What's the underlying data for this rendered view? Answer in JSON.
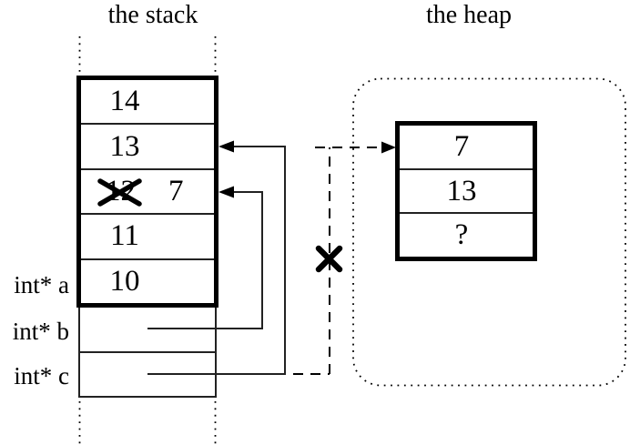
{
  "colors": {
    "ink": "#000000",
    "thin_line": "#222222",
    "background": "#ffffff"
  },
  "stack": {
    "title": "the stack",
    "cells": [
      {
        "value": "14"
      },
      {
        "value": "13"
      },
      {
        "old_value": "12",
        "new_value": "7",
        "crossed_out": true
      },
      {
        "value": "11"
      },
      {
        "value": "10"
      }
    ]
  },
  "pointer_labels": [
    "int* a",
    "int* b",
    "int* c"
  ],
  "heap": {
    "title": "the heap",
    "cells": [
      {
        "value": "7"
      },
      {
        "value": "13"
      },
      {
        "value": "?"
      }
    ]
  },
  "annotations": {
    "crossed_out_stack_value": "12",
    "severed_heap_pointer": "dashed arrow from int* c row to heap cell 7, crossed out with X"
  }
}
